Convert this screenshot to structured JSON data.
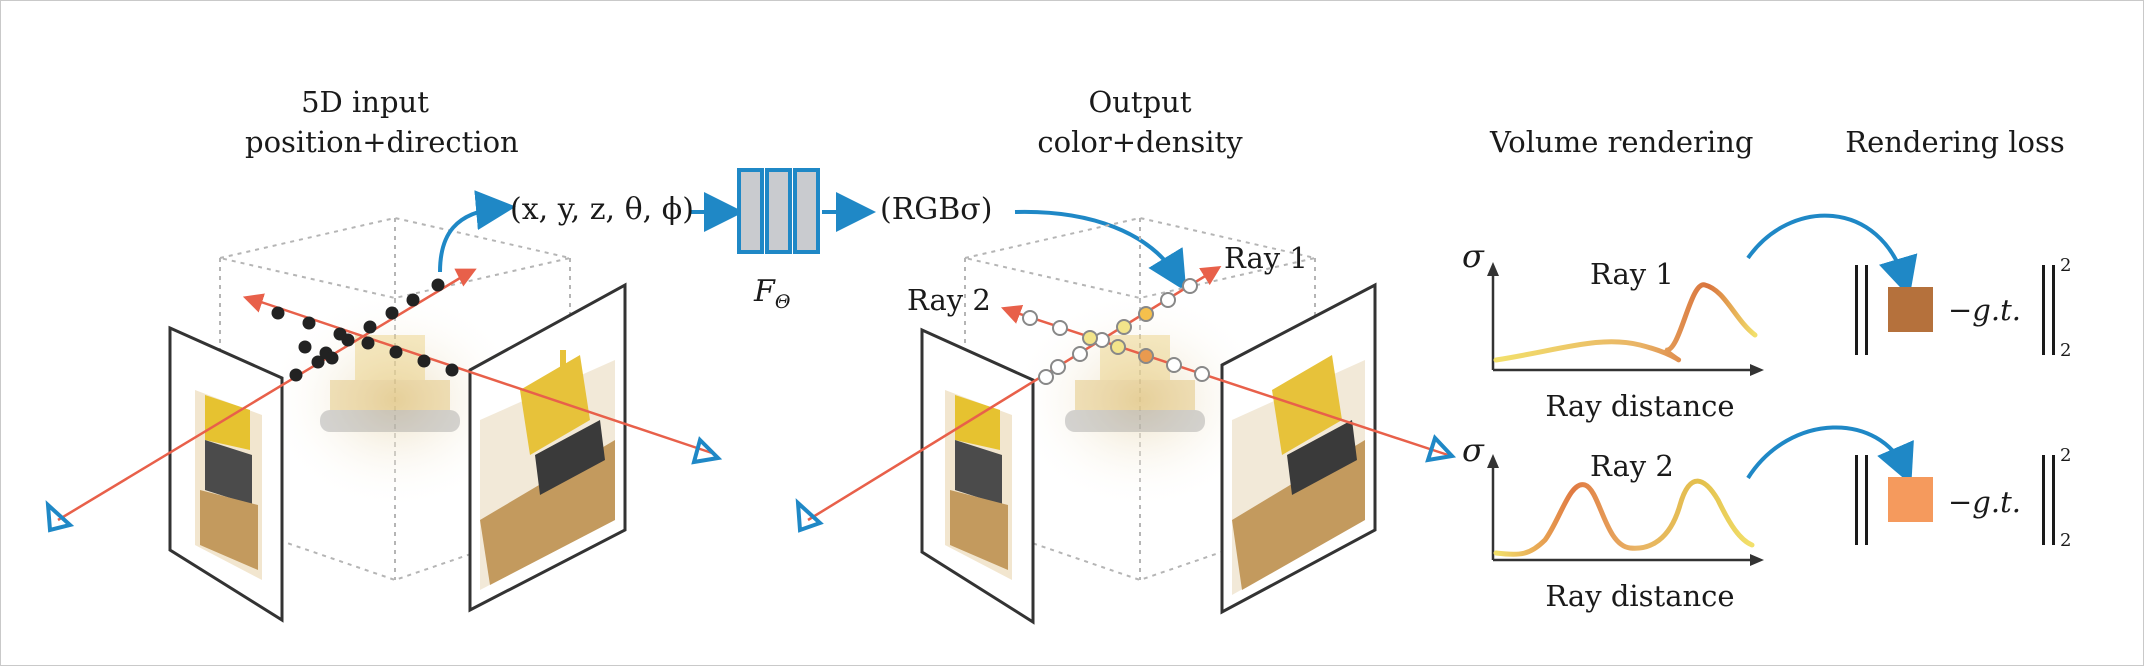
{
  "colors": {
    "arrow_blue": "#1f88c6",
    "ray_red": "#e8604a",
    "ray1_swatch": "#b5713c",
    "ray2_swatch": "#f59a5d",
    "network_fill": "#c9cbcf",
    "curve_start": "#f2e06b",
    "curve_peak": "#d9743e"
  },
  "stage1": {
    "title_line1": "5D input",
    "title_line2": "position+direction",
    "input_tuple": "(x, y, z, θ, ϕ)"
  },
  "network": {
    "label_main": "F",
    "label_sub": "Θ",
    "icon": "mlp-network-icon"
  },
  "stage2": {
    "title_line1": "Output",
    "title_line2": "color+density",
    "output_tuple": "(RGBσ)",
    "ray1_label": "Ray 1",
    "ray2_label": "Ray 2"
  },
  "stage3": {
    "title": "Volume rendering",
    "ylabel": "σ",
    "plot1_label": "Ray 1",
    "plot2_label": "Ray 2",
    "xlabel": "Ray distance"
  },
  "stage4": {
    "title": "Rendering loss",
    "minus_gt": "−g.t.",
    "sup": "2",
    "sub": "2"
  },
  "icons": [
    "camera-icon",
    "bulldozer-image",
    "curved-arrow-icon",
    "arrow-right-icon"
  ]
}
